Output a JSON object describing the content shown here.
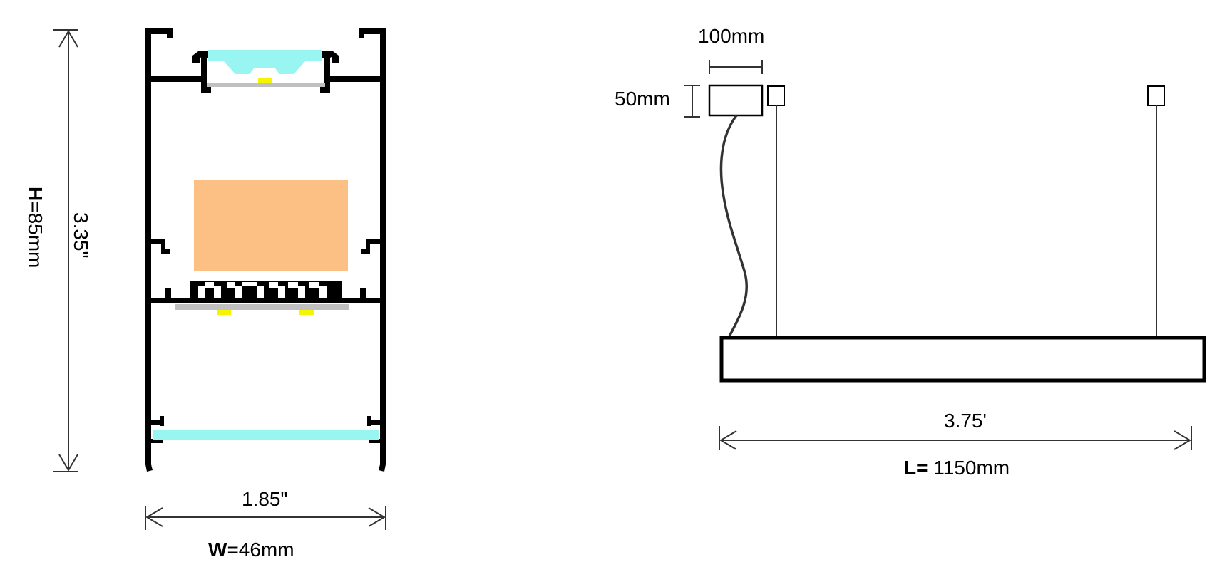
{
  "cross_section": {
    "height_label_prefix": "H",
    "height_label_value": "=85mm",
    "height_inch_label": "3.35\"",
    "width_label_prefix": "W",
    "width_label_value": "=46mm",
    "width_inch_label": "1.85\""
  },
  "side_view": {
    "driver_width_label": "100mm",
    "driver_height_label": "50mm",
    "length_label_prefix": "L=",
    "length_label_value": " 1150mm",
    "length_feet_label": "3.75'"
  },
  "colors": {
    "outline": "#000000",
    "diffuser": "#99f5f1",
    "led_chip": "#f5f500",
    "pcb": "#c0c0c0",
    "driver_box": "#fcc084",
    "dimension_line": "#333333"
  }
}
